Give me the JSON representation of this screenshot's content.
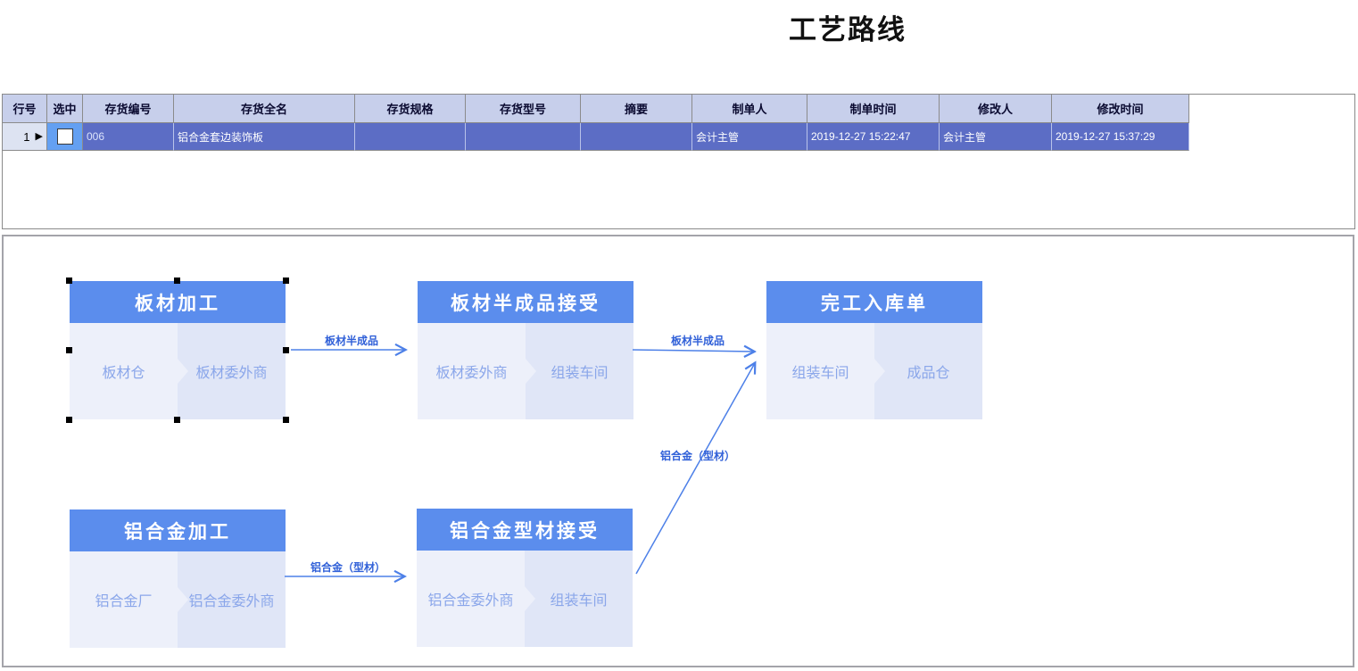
{
  "page": {
    "title": "工艺路线"
  },
  "table": {
    "columns": [
      "行号",
      "选中",
      "存货编号",
      "存货全名",
      "存货规格",
      "存货型号",
      "摘要",
      "制单人",
      "制单时间",
      "修改人",
      "修改时间"
    ],
    "row": {
      "line_no": "1",
      "selected": false,
      "inventory_code": "006",
      "inventory_name": "铝合金套边装饰板",
      "spec": "",
      "model": "",
      "summary": "",
      "creator": "会计主管",
      "created_time": "2019-12-27 15:22:47",
      "modifier": "会计主管",
      "modified_time": "2019-12-27 15:37:29"
    }
  },
  "flowchart": {
    "boxes": [
      {
        "title": "板材加工",
        "left": "板材仓",
        "right": "板材委外商",
        "selected": true
      },
      {
        "title": "板材半成品接受",
        "left": "板材委外商",
        "right": "组装车间",
        "selected": false
      },
      {
        "title": "完工入库单",
        "left": "组装车间",
        "right": "成品仓",
        "selected": false
      },
      {
        "title": "铝合金加工",
        "left": "铝合金厂",
        "right": "铝合金委外商",
        "selected": false
      },
      {
        "title": "铝合金型材接受",
        "left": "铝合金委外商",
        "right": "组装车间",
        "selected": false
      }
    ],
    "arrows": [
      {
        "label": "板材半成品",
        "from": "板材加工",
        "to": "板材半成品接受"
      },
      {
        "label": "板材半成品",
        "from": "板材半成品接受",
        "to": "完工入库单"
      },
      {
        "label": "铝合金（型材）",
        "from": "铝合金加工",
        "to": "铝合金型材接受"
      },
      {
        "label": "铝合金（型材）",
        "from": "铝合金型材接受",
        "to": "完工入库单"
      }
    ]
  },
  "colors": {
    "node_header": "#5b8ded",
    "node_body_left": "#edf0fa",
    "node_body_right": "#e0e6f7",
    "node_body_text": "#8aa6ea",
    "arrow": "#4d80e8",
    "arrow_label": "#3060d8",
    "grid_header_bg": "#c7cfeb",
    "grid_row_bg": "#5c6dc5",
    "grid_check_cell_bg": "#64a0f2"
  }
}
